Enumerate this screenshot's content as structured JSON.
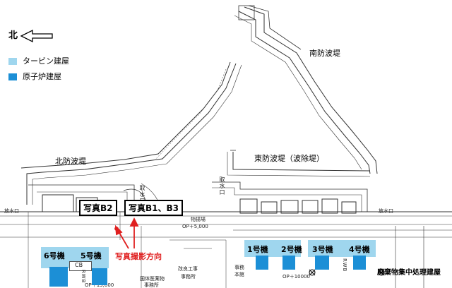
{
  "north": {
    "label": "北"
  },
  "legend": {
    "items": [
      {
        "label": "タービン建屋",
        "color": "#9fd6ee"
      },
      {
        "label": "原子炉建屋",
        "color": "#1c8fd6"
      }
    ]
  },
  "breakwaters": {
    "south": "南防波堤",
    "north": "北防波堤",
    "east": "東防波堤（波除堤）"
  },
  "photo_labels": {
    "b2": "写真B2",
    "b1b3": "写真B1、B3",
    "direction": "写真撮影方向"
  },
  "units": {
    "u6": "6号機",
    "u5": "5号機",
    "u1": "1号機",
    "u2": "2号機",
    "u3": "3号機",
    "u4": "4号機"
  },
  "facilities": {
    "waste": "廃棄物集中処理建屋",
    "cb": "CB",
    "rwb_left": "RWB",
    "rwb_right": "RWB",
    "intake_left": "放水口",
    "intake_mid": "放水口",
    "intake_right": "取水口",
    "unload_pier": "物揚場",
    "op_5000": "OP＋5,000",
    "op_13000": "OP＋13,000",
    "op_10000": "OP＋10000",
    "pharma": "国体医薬物",
    "office_left": "事務所",
    "kaiko": "改良工事",
    "kaiko_office": "事務所",
    "jimu_left": "事務",
    "jimu_bld": "本館",
    "shuppu": "取水口"
  },
  "colors": {
    "turbine": "#9fd6ee",
    "reactor": "#1c8fd6",
    "arrow_red": "#e02020"
  }
}
